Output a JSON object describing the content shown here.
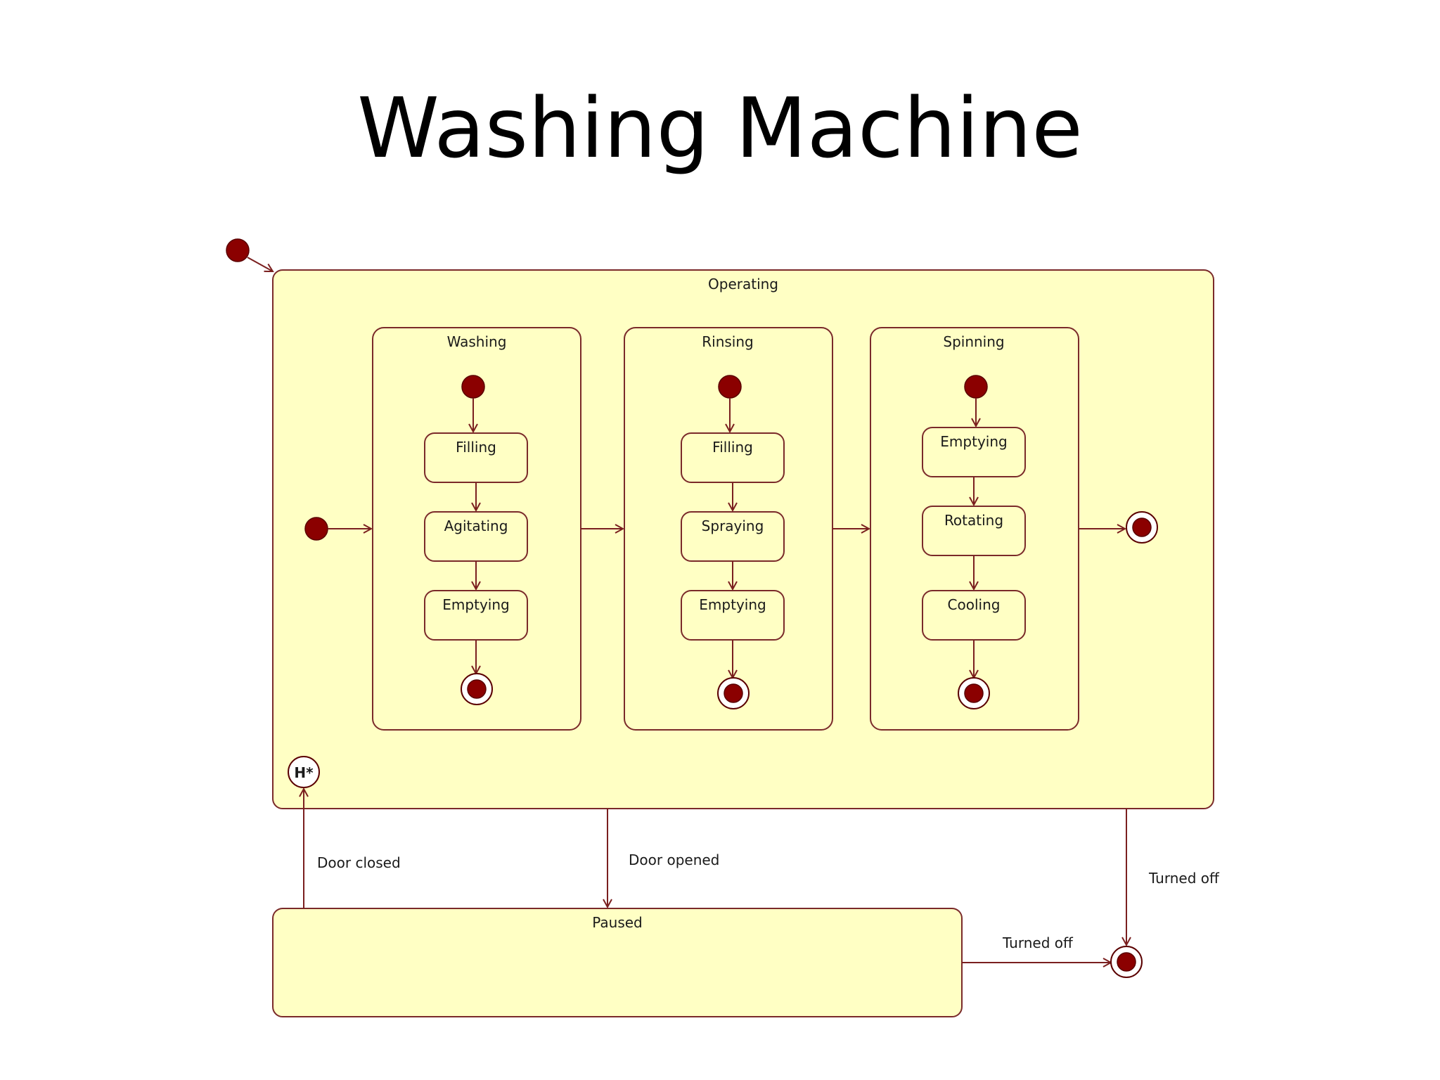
{
  "title": "Washing Machine",
  "states": {
    "operating": "Operating",
    "paused": "Paused",
    "history": "H*"
  },
  "composites": [
    {
      "name": "Washing",
      "substates": [
        "Filling",
        "Agitating",
        "Emptying"
      ]
    },
    {
      "name": "Rinsing",
      "substates": [
        "Filling",
        "Spraying",
        "Emptying"
      ]
    },
    {
      "name": "Spinning",
      "substates": [
        "Emptying",
        "Rotating",
        "Cooling"
      ]
    }
  ],
  "transitions": {
    "door_closed": "Door closed",
    "door_opened": "Door opened",
    "turned_off_operating": "Turned off",
    "turned_off_paused": "Turned off"
  },
  "colors": {
    "state_fill": "#ffffc4",
    "border": "#7a2a2a",
    "node": "#8b0000"
  }
}
